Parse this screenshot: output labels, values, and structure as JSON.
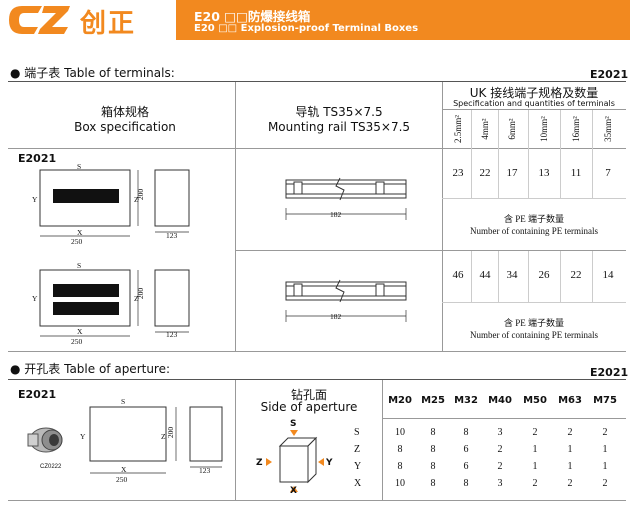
{
  "header": {
    "logo_text": "创正",
    "title_cn": "E20 □□防爆接线箱",
    "title_en": "E20 □□ Explosion-proof Terminal Boxes",
    "accent_color": "#f2891f",
    "logo_color": "#f2891f"
  },
  "terminals": {
    "section_label": "端子表 Table of terminals:",
    "code": "E2021",
    "col1_cn": "箱体规格",
    "col1_en": "Box specification",
    "col2_cn": "导轨  TS35×7.5",
    "col2_en": "Mounting rail TS35×7.5",
    "col3_cn": "UK 接线端子规格及数量",
    "col3_en": "Specification and quantities of terminals",
    "sizes": [
      "2.5mm²",
      "4mm²",
      "6mm²",
      "10mm²",
      "16mm²",
      "35mm²"
    ],
    "row1_label": "E2021",
    "row1_values": [
      "23",
      "22",
      "17",
      "13",
      "11",
      "7"
    ],
    "row2_values": [
      "46",
      "44",
      "34",
      "26",
      "22",
      "14"
    ],
    "pe_cn": "含 PE 端子数量",
    "pe_en": "Number of containing PE terminals",
    "dims": {
      "s": "S",
      "y": "Y",
      "z": "Z",
      "x": "X",
      "width": "250",
      "height": "200",
      "depth": "123",
      "rail": "182"
    }
  },
  "aperture": {
    "section_label": "开孔表 Table of aperture:",
    "code": "E2021",
    "row_label": "E2021",
    "gland_label": "CZ0222",
    "col_cn": "钻孔面",
    "col_en": "Side of aperture",
    "headers": [
      "M20",
      "M25",
      "M32",
      "M40",
      "M50",
      "M63",
      "M75"
    ],
    "rows": [
      {
        "side": "S",
        "values": [
          "10",
          "8",
          "8",
          "3",
          "2",
          "2",
          "2"
        ]
      },
      {
        "side": "Z",
        "values": [
          "8",
          "8",
          "6",
          "2",
          "1",
          "1",
          "1"
        ]
      },
      {
        "side": "Y",
        "values": [
          "8",
          "8",
          "6",
          "2",
          "1",
          "1",
          "1"
        ]
      },
      {
        "side": "X",
        "values": [
          "10",
          "8",
          "8",
          "3",
          "2",
          "2",
          "2"
        ]
      }
    ],
    "cube_labels": {
      "s": "S",
      "z": "Z",
      "y": "Y",
      "x": "X"
    },
    "dims": {
      "s": "S",
      "y": "Y",
      "z": "Z",
      "x": "X",
      "width": "250",
      "height": "200",
      "depth": "123"
    }
  }
}
